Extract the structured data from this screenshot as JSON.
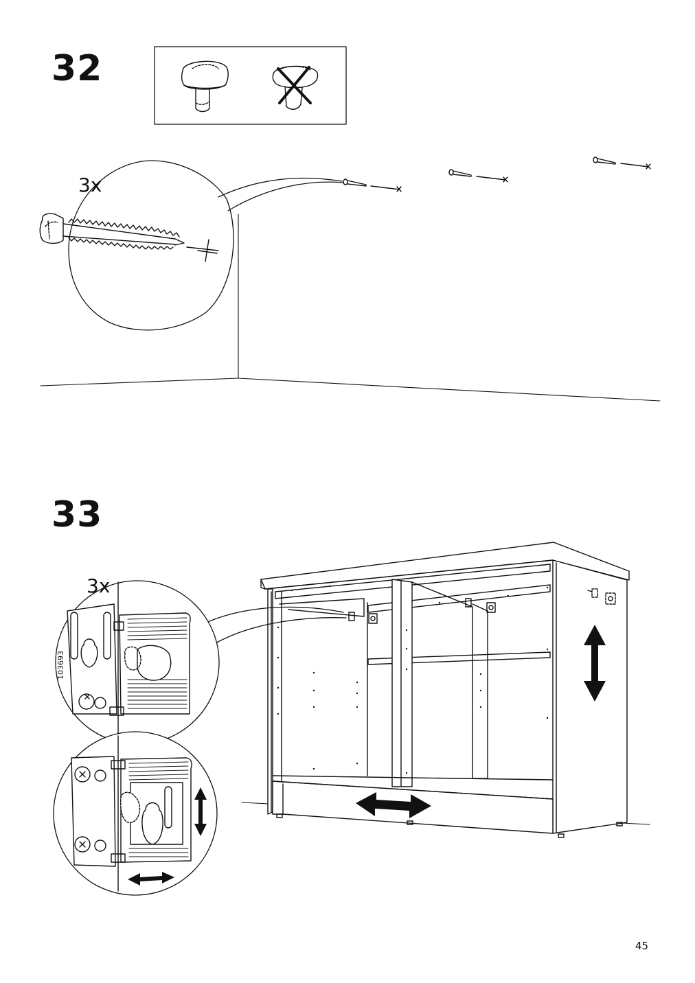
{
  "page": {
    "number": "45"
  },
  "steps": [
    {
      "number": "32",
      "quantity": "3x"
    },
    {
      "number": "33",
      "quantity": "3x",
      "part_code": "103693"
    }
  ]
}
